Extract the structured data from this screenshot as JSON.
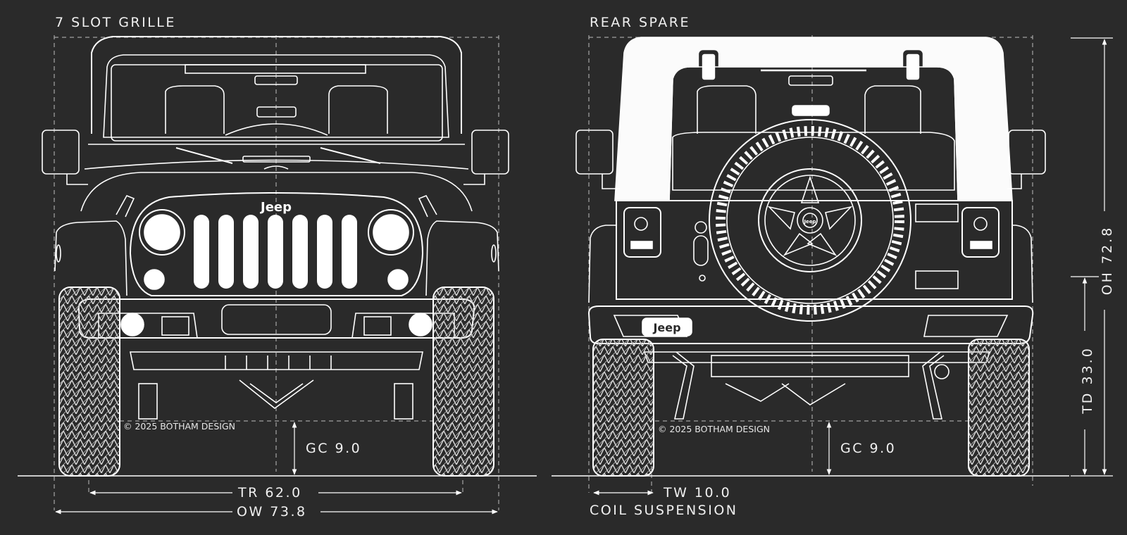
{
  "front": {
    "title": "7 SLOT GRILLE",
    "logo": "Jeep",
    "copyright": "© 2025 BOTHAM DESIGN",
    "dims": {
      "gc": "GC 9.0",
      "tr": "TR 62.0",
      "ow": "OW 73.8"
    }
  },
  "rear": {
    "title": "REAR SPARE",
    "logo": "Jeep",
    "wheel_logo": "Jeep",
    "copyright": "© 2025 BOTHAM DESIGN",
    "dims": {
      "gc": "GC 9.0",
      "tw": "TW 10.0",
      "suspension": "COIL SUSPENSION",
      "td": "TD 33.0",
      "oh": "OH 72.8"
    }
  },
  "colors": {
    "background": "#2a2a2a",
    "line": "#ffffff",
    "guide": "#bdbdbd"
  }
}
